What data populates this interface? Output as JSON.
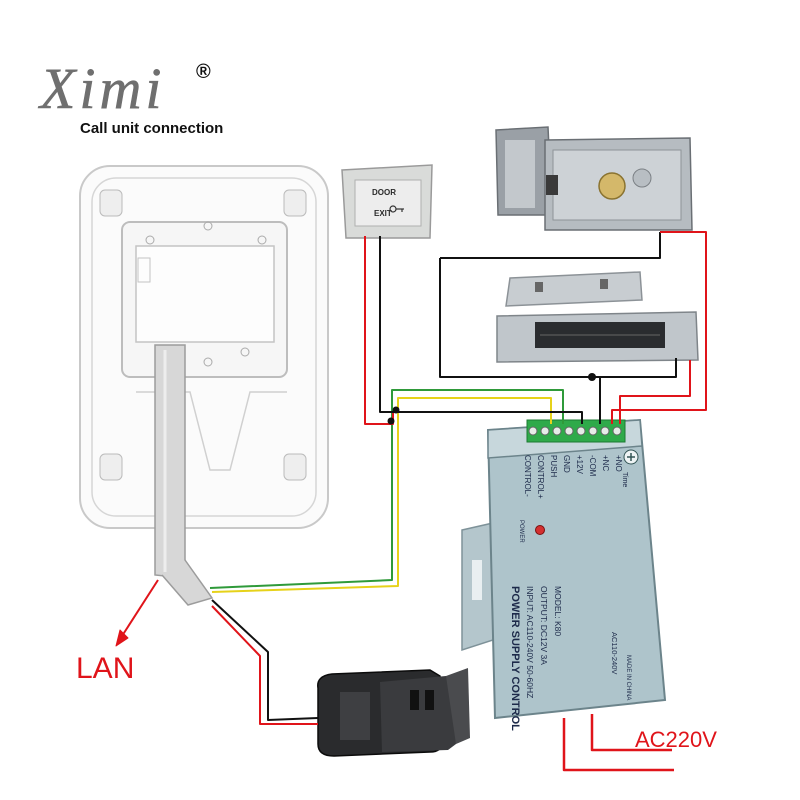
{
  "brand": {
    "logo_text": "Ximi",
    "registered": "®"
  },
  "subtitle": "Call unit connection",
  "exit_button": {
    "line1": "DOOR",
    "line2": "EXIT"
  },
  "power_supply": {
    "title": "POWER SUPPLY CONTROL",
    "input": "INPUT: AC110-240V  50-60HZ",
    "output": "OUTPUT: DC12V  3A",
    "model": "MODEL: K80",
    "ac_range": "AC110-240V",
    "made_in": "MADE IN CHINA",
    "power_led": "POWER",
    "time": "Time",
    "terminals": [
      "CONTROL-",
      "CONTROL+",
      "PUSH",
      "GND",
      "+12V",
      "-COM",
      "+NC",
      "+NO"
    ]
  },
  "labels": {
    "lan": "LAN",
    "ac": "AC220V"
  },
  "colors": {
    "red": "#e0141a",
    "black": "#111111",
    "green": "#2f9a3a",
    "yellow": "#e6d21a",
    "psu_body": "#a9bfc6",
    "terminal": "#2faa4a"
  }
}
